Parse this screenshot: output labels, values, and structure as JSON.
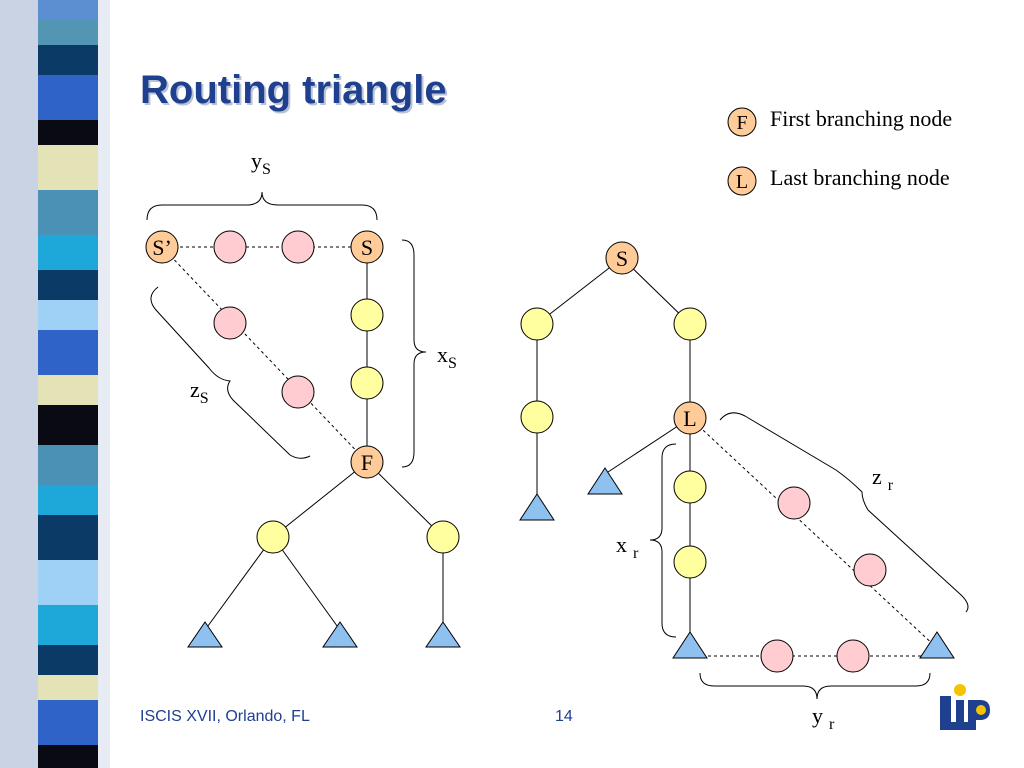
{
  "slide": {
    "title": "Routing triangle",
    "footer_left": "ISCIS XVII, Orlando, FL",
    "page_number": "14",
    "logo_name": "lip6-logo"
  },
  "legend": {
    "first": {
      "symbol": "F",
      "text": "First branching node"
    },
    "last": {
      "symbol": "L",
      "text": "Last branching node"
    }
  },
  "left_tree": {
    "s_prime": "S’",
    "s": "S",
    "f": "F",
    "ys": {
      "main": "y",
      "sub": "S"
    },
    "xs": {
      "main": "x",
      "sub": "S"
    },
    "zs": {
      "main": "z",
      "sub": "S"
    }
  },
  "right_tree": {
    "s": "S",
    "l": "L",
    "zr": {
      "main": "z",
      "sub": "r"
    },
    "xr": {
      "main": "x",
      "sub": "r"
    },
    "yr": {
      "main": "y",
      "sub": "r"
    }
  },
  "colors": {
    "yellow_node": "#ffffa0",
    "pink_node": "#ffccd2",
    "orange_node": "#ffcc99",
    "triangle": "#8ec0f0",
    "title": "#1f3f8f"
  }
}
